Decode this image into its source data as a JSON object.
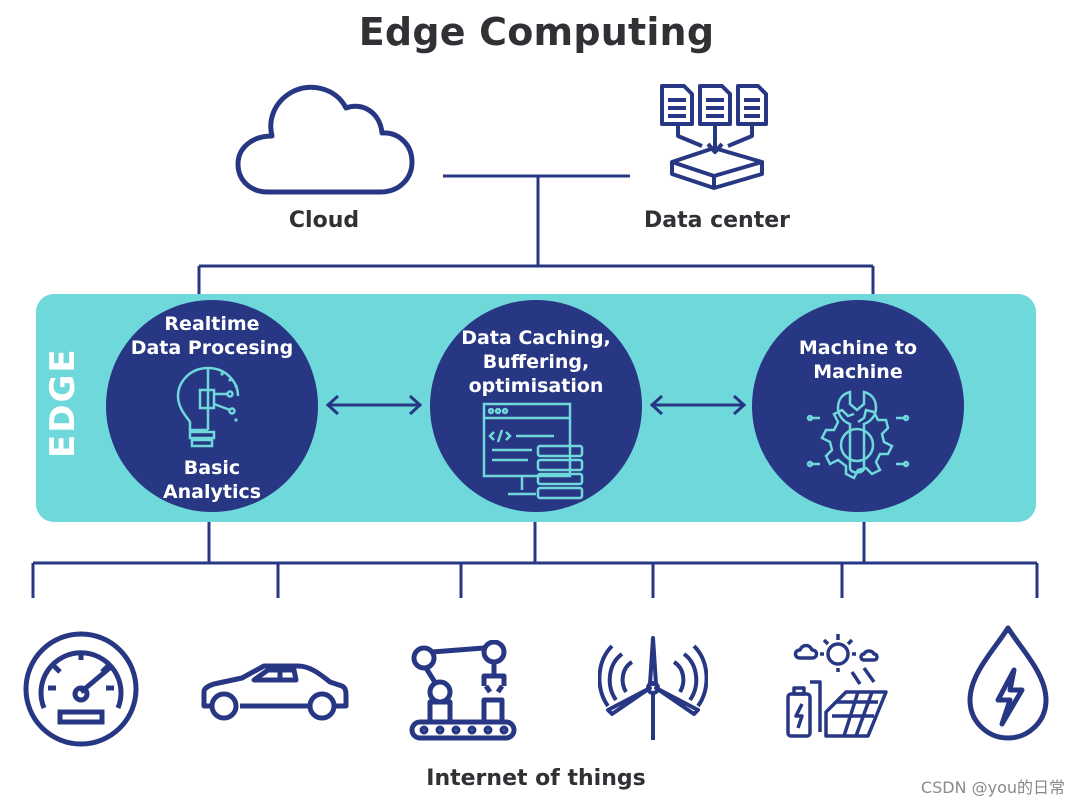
{
  "title": "Edge Computing",
  "top": {
    "cloud_label": "Cloud",
    "datacenter_label": "Data center"
  },
  "edge": {
    "band_label": "EDGE",
    "nodes": [
      {
        "title_line1": "Realtime",
        "title_line2": "Data Procesing",
        "sub_line1": "Basic",
        "sub_line2": "Analytics",
        "icon": "lightbulb-circuit-icon"
      },
      {
        "title_line1": "Data Caching,",
        "title_line2": "Buffering,",
        "title_line3": "optimisation",
        "icon": "code-monitor-server-icon"
      },
      {
        "title_line1": "Machine to",
        "title_line2": "Machine",
        "icon": "wrench-gear-icon"
      }
    ]
  },
  "iot": {
    "label": "Internet of things",
    "icons": [
      "speedometer-icon",
      "car-icon",
      "robot-arm-icon",
      "wind-turbine-icon",
      "solar-energy-icon",
      "water-energy-icon"
    ]
  },
  "watermark": "CSDN @you的日常",
  "colors": {
    "navy": "#283783",
    "teal": "#6fd8db",
    "text": "#2f3135"
  }
}
